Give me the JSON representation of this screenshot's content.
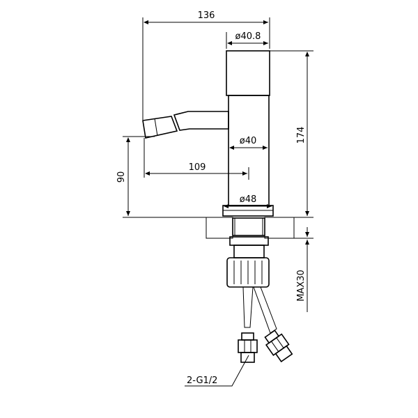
{
  "drawing": {
    "dimensions": {
      "overall_width": "136",
      "head_diameter": "ø40.8",
      "body_diameter": "ø40",
      "base_diameter": "ø48",
      "spout_reach": "109",
      "spout_height": "90",
      "total_height": "174",
      "max_thickness": "MAX30"
    },
    "callouts": {
      "hose_thread": "2-G1/2"
    },
    "colors": {
      "line": "#000000",
      "background": "#ffffff"
    }
  }
}
